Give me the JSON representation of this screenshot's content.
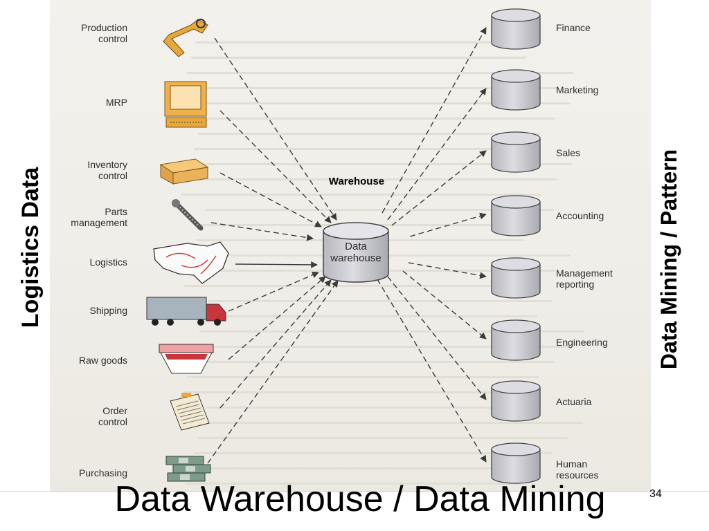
{
  "slide_title": "Data Warehouse / Data Mining",
  "page_number": "34",
  "side_left_label": "Logistics Data",
  "side_right_label": "Data Mining / Pattern",
  "warehouse_caption": "Warehouse",
  "center_label": "Data\nwarehouse",
  "sources": [
    {
      "label": "Production\ncontrol",
      "icon": "robot-arm-icon"
    },
    {
      "label": "MRP",
      "icon": "computer-terminal-icon"
    },
    {
      "label": "Inventory\ncontrol",
      "icon": "box-icon"
    },
    {
      "label": "Parts\nmanagement",
      "icon": "bolt-icon"
    },
    {
      "label": "Logistics",
      "icon": "us-map-icon"
    },
    {
      "label": "Shipping",
      "icon": "truck-icon"
    },
    {
      "label": "Raw goods",
      "icon": "bin-icon"
    },
    {
      "label": "Order\ncontrol",
      "icon": "clipboard-icon"
    },
    {
      "label": "Purchasing",
      "icon": "money-stack-icon"
    }
  ],
  "destinations": [
    {
      "label": "Finance"
    },
    {
      "label": "Marketing"
    },
    {
      "label": "Sales"
    },
    {
      "label": "Accounting"
    },
    {
      "label": "Management\nreporting"
    },
    {
      "label": "Engineering"
    },
    {
      "label": "Actuaria"
    },
    {
      "label": "Human\nresources"
    }
  ],
  "colors": {
    "background": "#ffffff",
    "scan_paper": "#efede7",
    "cylinder_fill": "#c9c9cf",
    "cylinder_top": "#dcdce2",
    "arrow": "#3a3a3a",
    "icon_orange": "#e8a73a",
    "icon_red": "#c8353a"
  }
}
